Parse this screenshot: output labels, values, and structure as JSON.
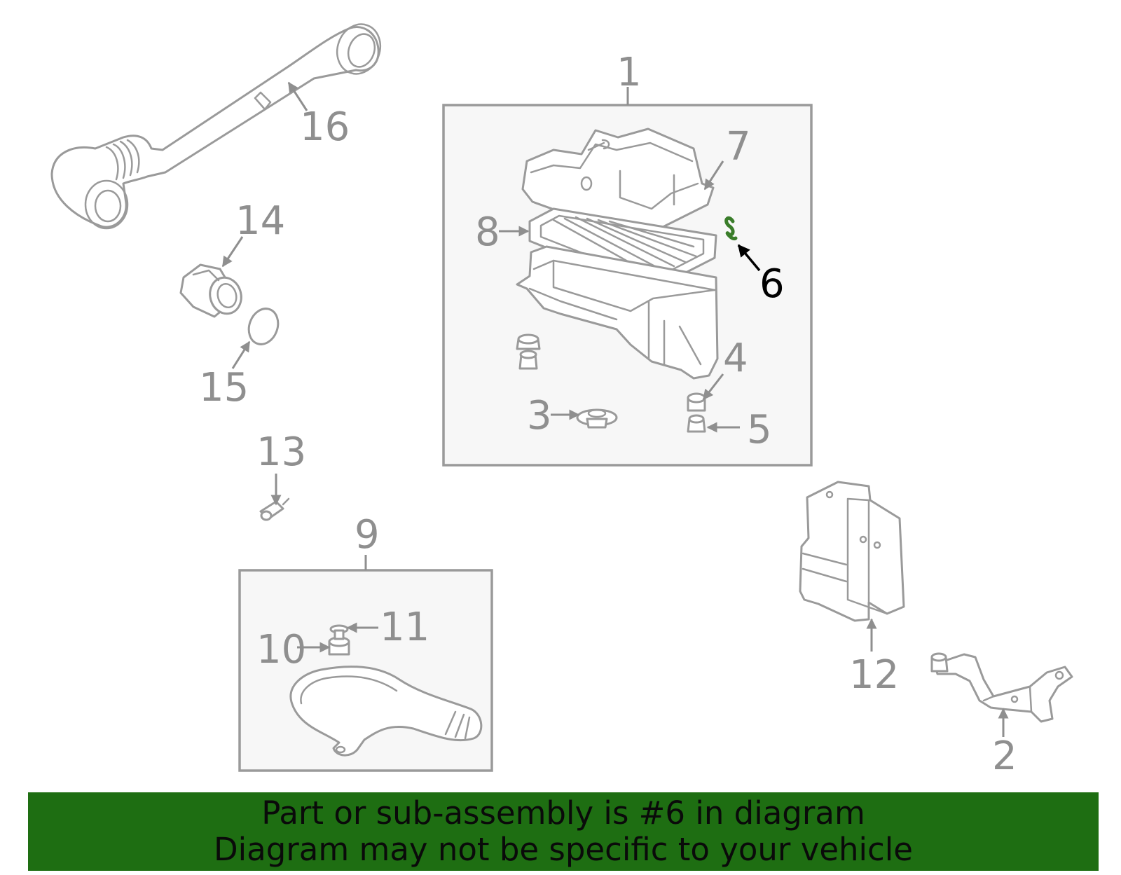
{
  "callouts": {
    "c1": "1",
    "c2": "2",
    "c3": "3",
    "c4": "4",
    "c5": "5",
    "c6": "6",
    "c7": "7",
    "c8": "8",
    "c9": "9",
    "c10": "10",
    "c11": "11",
    "c12": "12",
    "c13": "13",
    "c14": "14",
    "c15": "15",
    "c16": "16"
  },
  "highlighted_part": "6",
  "banner": {
    "line1": "Part or sub-assembly is #6 in diagram",
    "line2": "Diagram may not be specific to your vehicle",
    "background_color": "#1e6e12"
  }
}
